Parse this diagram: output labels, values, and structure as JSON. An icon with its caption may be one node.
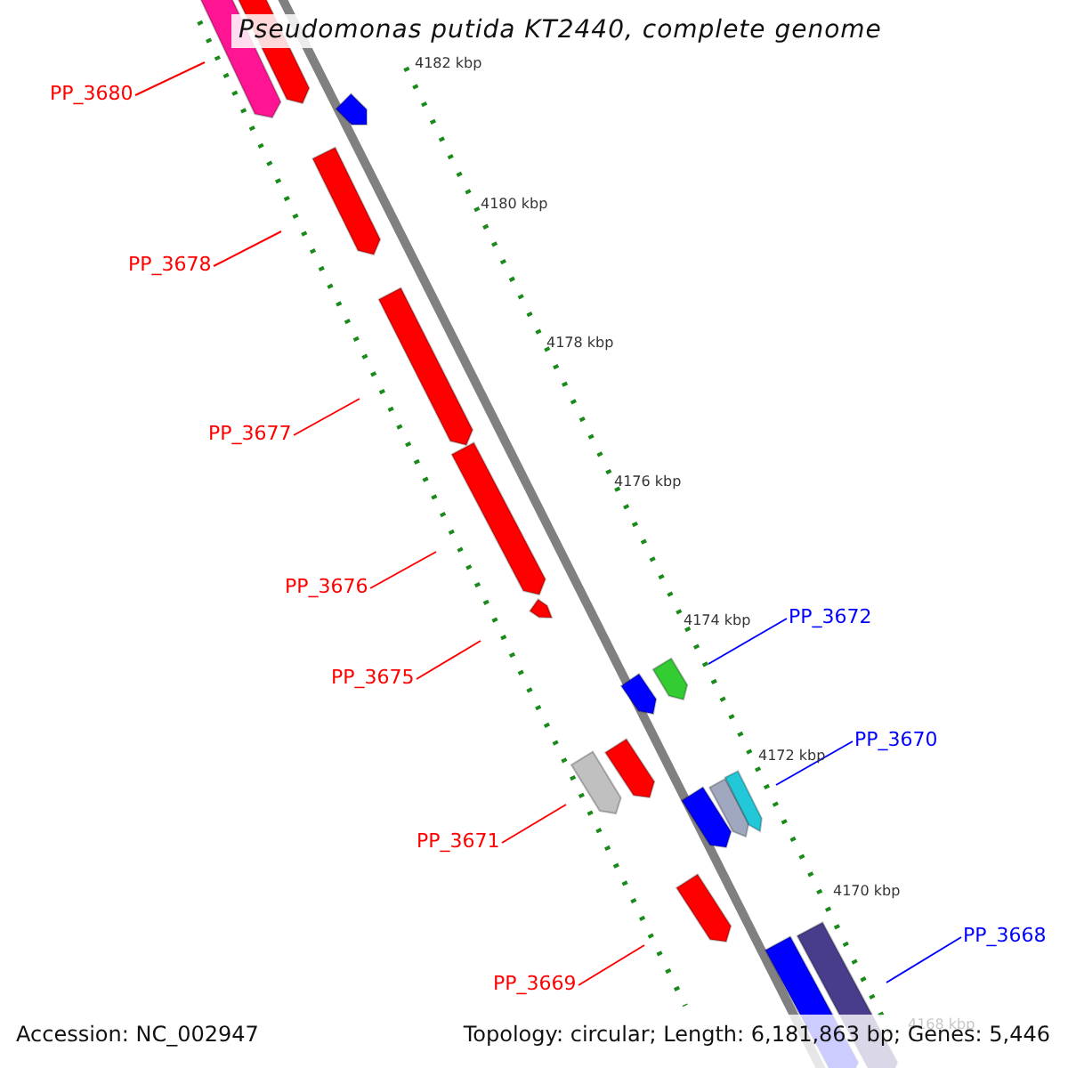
{
  "diagram": {
    "title": "Pseudomonas putida KT2440, complete genome",
    "nodes": [
      {
        "text": [
          "PP_3680"
        ]
      },
      {
        "text": [
          "PP_3678"
        ]
      },
      {
        "text": [
          "PP_3677"
        ]
      },
      {
        "text": [
          "PP_3676"
        ]
      },
      {
        "text": [
          "PP_3675"
        ]
      },
      {
        "text": [
          "PP_3672"
        ]
      },
      {
        "text": [
          "PP_3670"
        ]
      },
      {
        "text": [
          "PP_3671"
        ]
      },
      {
        "text": [
          "PP_3668"
        ]
      },
      {
        "text": [
          "PP_3669"
        ]
      }
    ],
    "edges": [
      {
        "from": 0,
        "to": null,
        "arrow": "none"
      },
      {
        "from": 1,
        "to": null,
        "arrow": "none"
      },
      {
        "from": 2,
        "to": null,
        "arrow": "none"
      },
      {
        "from": 3,
        "to": null,
        "arrow": "none"
      },
      {
        "from": 4,
        "to": null,
        "arrow": "none"
      },
      {
        "from": 5,
        "to": null,
        "arrow": "none",
        "color": "#0000ff"
      },
      {
        "from": 6,
        "to": null,
        "arrow": "none",
        "color": "#0000ff"
      },
      {
        "from": 7,
        "to": null,
        "arrow": "none"
      },
      {
        "from": 8,
        "to": null,
        "arrow": "none",
        "color": "#0000ff"
      },
      {
        "from": 9,
        "to": null,
        "arrow": "none"
      }
    ],
    "labels": [
      "4182 kbp",
      "4180 kbp",
      "4178 kbp",
      "4176 kbp",
      "4174 kbp",
      "4172 kbp",
      "4170 kbp",
      "4168 kbp",
      "Accession: NC_002947",
      "Topology: circular; Length: 6,181,863 bp; Genes: 5,446"
    ]
  }
}
